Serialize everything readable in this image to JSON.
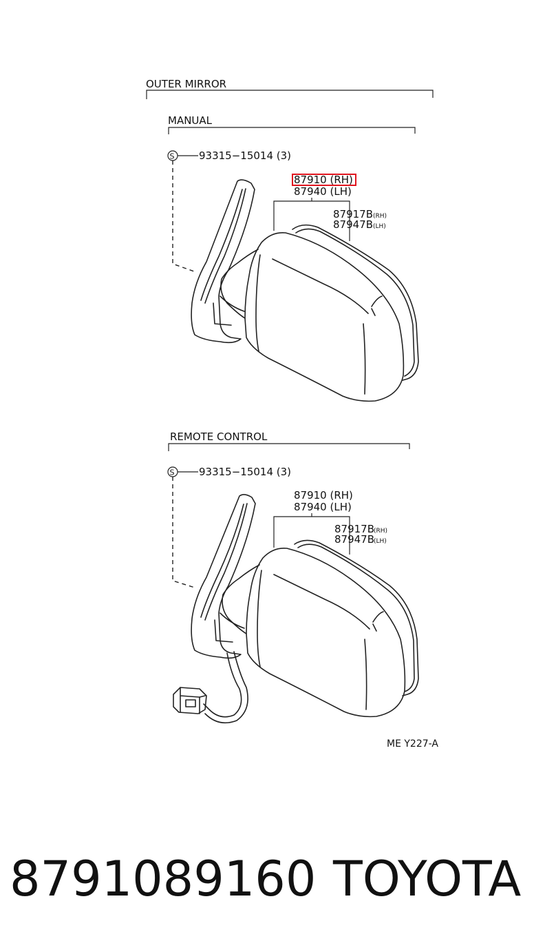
{
  "diagram": {
    "title": "OUTER MIRROR",
    "sections": [
      {
        "title": "MANUAL",
        "screw": {
          "symbol": "S",
          "part": "93315−15014 (3)"
        },
        "parts": [
          "87910 (RH)",
          "87940 (LH)"
        ],
        "sub_parts": [
          {
            "number": "87917B",
            "side": "(RH)"
          },
          {
            "number": "87947B",
            "side": "(LH)"
          }
        ],
        "highlighted_part": "87910 (RH)"
      },
      {
        "title": "REMOTE CONTROL",
        "screw": {
          "symbol": "S",
          "part": "93315−15014 (3)"
        },
        "parts": [
          "87910 (RH)",
          "87940 (LH)"
        ],
        "sub_parts": [
          {
            "number": "87917B",
            "side": "(RH)"
          },
          {
            "number": "87947B",
            "side": "(LH)"
          }
        ]
      }
    ],
    "reference": "ME Y227-A",
    "highlight_color": "#e0141e"
  },
  "footer": {
    "part_number": "8791089160",
    "brand": "TOYOTA"
  }
}
